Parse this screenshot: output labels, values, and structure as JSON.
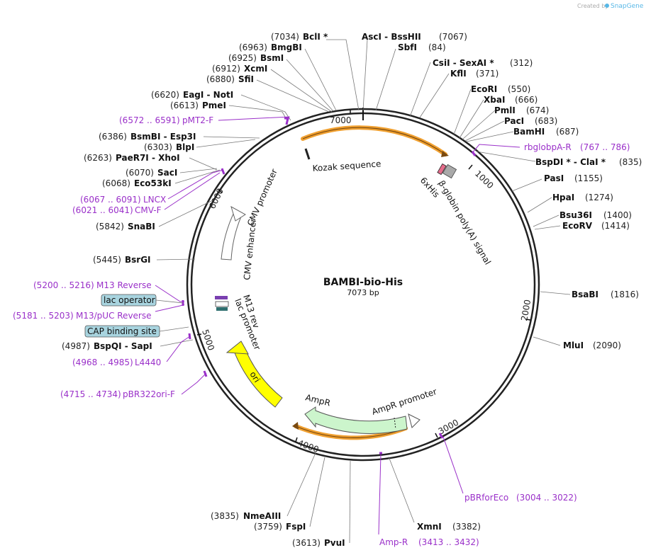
{
  "credit": {
    "prefix": "Created by",
    "brand": "SnapGene"
  },
  "plasmid": {
    "name": "BAMBI-bio-His",
    "size_label": "7073 bp",
    "length": 7073
  },
  "ticks": [
    "1000",
    "2000",
    "3000",
    "4000",
    "5000",
    "6000",
    "7000"
  ],
  "sites_top": [
    {
      "pos": "(7034)",
      "name": "BclI *"
    },
    {
      "pos": "(6963)",
      "name": "BmgBI"
    },
    {
      "pos": "(6925)",
      "name": "BsmI"
    },
    {
      "pos": "(6912)",
      "name": "XcmI"
    },
    {
      "pos": "(6880)",
      "name": "SfiI"
    },
    {
      "pos": "(6620)",
      "name": "EagI - NotI"
    },
    {
      "pos": "(6613)",
      "name": "PmeI"
    }
  ],
  "sites_right": [
    {
      "name": "AscI - BssHII",
      "pos": "(7067)"
    },
    {
      "name": "SbfI",
      "pos": "(84)"
    },
    {
      "name": "CsiI - SexAI *",
      "pos": "(312)"
    },
    {
      "name": "KflI",
      "pos": "(371)"
    },
    {
      "name": "EcoRI",
      "pos": "(550)"
    },
    {
      "name": "XbaI",
      "pos": "(666)"
    },
    {
      "name": "PmlI",
      "pos": "(674)"
    },
    {
      "name": "PacI",
      "pos": "(683)"
    },
    {
      "name": "BamHI",
      "pos": "(687)"
    },
    {
      "name": "BspDI * - ClaI *",
      "pos": "(835)"
    },
    {
      "name": "PasI",
      "pos": "(1155)"
    },
    {
      "name": "HpaI",
      "pos": "(1274)"
    },
    {
      "name": "Bsu36I",
      "pos": "(1400)"
    },
    {
      "name": "EcoRV",
      "pos": "(1414)"
    },
    {
      "name": "BsaBI",
      "pos": "(1816)"
    },
    {
      "name": "MluI",
      "pos": "(2090)"
    }
  ],
  "sites_left": [
    {
      "pos": "(6386)",
      "name": "BsmBI - Esp3I"
    },
    {
      "pos": "(6303)",
      "name": "BlpI"
    },
    {
      "pos": "(6263)",
      "name": "PaeR7I - XhoI"
    },
    {
      "pos": "(6070)",
      "name": "SacI"
    },
    {
      "pos": "(6068)",
      "name": "Eco53kI"
    },
    {
      "pos": "(5842)",
      "name": "SnaBI"
    },
    {
      "pos": "(5445)",
      "name": "BsrGI"
    },
    {
      "pos": "(4987)",
      "name": "BspQI - SapI"
    }
  ],
  "sites_bottom": [
    {
      "pos": "(3835)",
      "name": "NmeAIII"
    },
    {
      "pos": "(3759)",
      "name": "FspI"
    },
    {
      "pos": "(3613)",
      "name": "PvuI"
    },
    {
      "name": "XmnI",
      "pos": "(3382)"
    }
  ],
  "primers": [
    {
      "range": "(6572 .. 6591)",
      "name": "pMT2-F"
    },
    {
      "name": "rbglobpA-R",
      "range": "(767 .. 786)"
    },
    {
      "range": "(6067 .. 6091)",
      "name": "LNCX"
    },
    {
      "range": "(6021 .. 6041)",
      "name": "CMV-F"
    },
    {
      "range": "(5200 .. 5216)",
      "name": "M13 Reverse"
    },
    {
      "range": "(5181 .. 5203)",
      "name": "M13/pUC Reverse"
    },
    {
      "range": "(4968 .. 4985)",
      "name": "L4440"
    },
    {
      "range": "(4715 .. 4734)",
      "name": "pBR322ori-F"
    },
    {
      "name": "pBRforEco",
      "range": "(3004 .. 3022)"
    },
    {
      "name": "Amp-R",
      "range": "(3413 .. 3432)"
    }
  ],
  "boxes": [
    "lac operator",
    "CAP binding site"
  ],
  "features": [
    "Kozak sequence",
    "6xHis",
    "β-globin poly(A) signal",
    "CMV promoter",
    "CMV enhancer",
    "M13 rev",
    "lac promoter",
    "ori",
    "AmpR",
    "AmpR promoter"
  ],
  "colors": {
    "primer": "#9a30c9",
    "ori": "#ffff00",
    "ampr": "#ccf5cc",
    "highlight": "#f0a030",
    "box": "#a8d4df"
  }
}
